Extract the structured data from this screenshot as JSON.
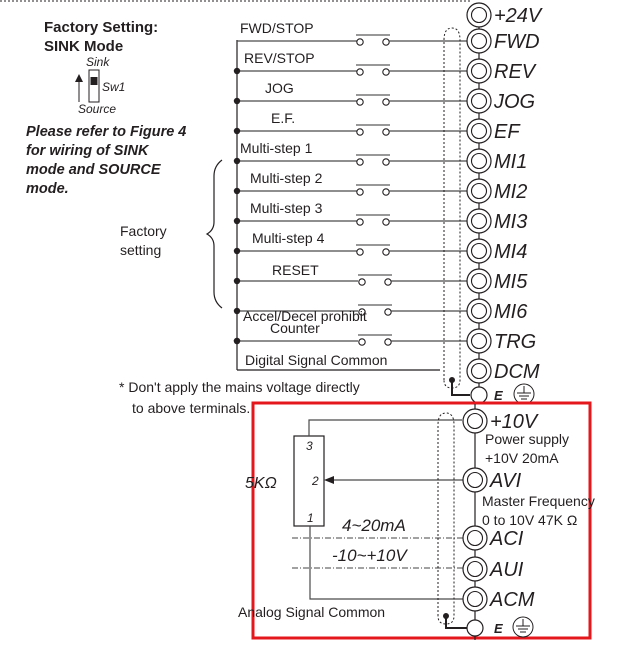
{
  "header": {
    "factory_setting_line1": "Factory Setting:",
    "factory_setting_line2": "SINK Mode",
    "switch_top_label": "Sink",
    "switch_name": "Sw1",
    "switch_bottom_label": "Source",
    "refer_note_lines": [
      "Please refer to Figure 4",
      "for wiring of SINK",
      "mode and SOURCE",
      "mode."
    ]
  },
  "brace_label_lines": [
    "Factory",
    "setting"
  ],
  "digital_inputs": [
    {
      "function": "FWD/STOP",
      "terminal": "FWD"
    },
    {
      "function": "REV/STOP",
      "terminal": "REV"
    },
    {
      "function": "JOG",
      "terminal": "JOG"
    },
    {
      "function": "E.F.",
      "terminal": "EF"
    },
    {
      "function": "Multi-step 1",
      "terminal": "MI1"
    },
    {
      "function": "Multi-step 2",
      "terminal": "MI2"
    },
    {
      "function": "Multi-step 3",
      "terminal": "MI3"
    },
    {
      "function": "Multi-step 4",
      "terminal": "MI4"
    },
    {
      "function": "RESET",
      "terminal": "MI5"
    },
    {
      "function": "Accel/Decel prohibit",
      "terminal": "MI6"
    },
    {
      "function": "Counter",
      "terminal": "TRG"
    }
  ],
  "power_terminal": "+24V",
  "common_terminal": {
    "label": "Digital Signal Common",
    "terminal": "DCM"
  },
  "earth_terminal": "E",
  "warning_lines": [
    "* Don't apply the mains voltage directly",
    "to above terminals."
  ],
  "analog": {
    "power_terminal": "+10V",
    "power_desc_lines": [
      "Power supply",
      "+10V 20mA"
    ],
    "avi_terminal": "AVI",
    "avi_desc_lines": [
      "Master Frequency",
      "0 to 10V 47K Ω"
    ],
    "potentiometer_value": "5KΩ",
    "pot_pins": [
      "3",
      "2",
      "1"
    ],
    "aci_terminal": "ACI",
    "aci_range": "4~20mA",
    "aui_terminal": "AUI",
    "aui_range": "-10~+10V",
    "acm_terminal": "ACM",
    "acm_label": "Analog Signal Common",
    "earth_terminal": "E"
  },
  "colors": {
    "highlight_box": "#e3171c",
    "ink": "#231f20"
  },
  "icons": {
    "ground": "ground-symbol-icon",
    "terminal": "terminal-circle-icon",
    "switch": "dip-switch-icon"
  }
}
